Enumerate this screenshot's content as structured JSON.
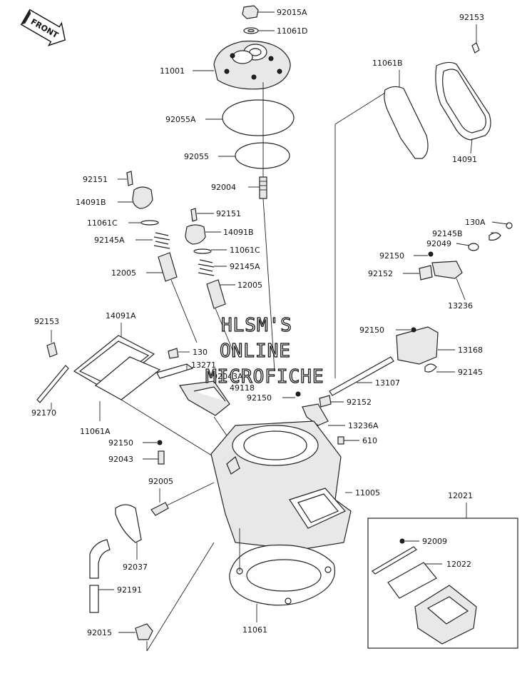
{
  "front_marker": "FRONT",
  "watermark": [
    "HLSM'S",
    "ONLINE",
    "MICROFICHE"
  ],
  "labels": {
    "p92015A": "92015A",
    "p11061D": "11061D",
    "p11001": "11001",
    "p92055A": "92055A",
    "p92055": "92055",
    "p92004": "92004",
    "p92151_top": "92151",
    "p14091B_top": "14091B",
    "p11061C_top": "11061C",
    "p92145A_top": "92145A",
    "p12005_top": "12005",
    "p92151_mid": "92151",
    "p14091B_mid": "14091B",
    "p11061C_mid": "11061C",
    "p92145A_mid": "92145A",
    "p12005_mid": "12005",
    "p92153_top": "92153",
    "p11061B": "11061B",
    "p14091": "14091",
    "p130A": "130A",
    "p92145B": "92145B",
    "p92049": "92049",
    "p92150_a": "92150",
    "p92152_a": "92152",
    "p13236": "13236",
    "p92150_b": "92150",
    "p13168": "13168",
    "p92145": "92145",
    "p13107": "13107",
    "p92153_left": "92153",
    "p14091A": "14091A",
    "p130": "130",
    "p13271": "13271",
    "p92043A": "92043A",
    "p49118": "49118",
    "p92150_c": "92150",
    "p92152_b": "92152",
    "p13236A": "13236A",
    "p610": "610",
    "p92170": "92170",
    "p11061A": "11061A",
    "p92150_d": "92150",
    "p92043": "92043",
    "p92005": "92005",
    "p11005": "11005",
    "p12021": "12021",
    "p92009": "92009",
    "p12022": "12022",
    "p92037": "92037",
    "p92191": "92191",
    "p92015": "92015",
    "p11061": "11061"
  }
}
